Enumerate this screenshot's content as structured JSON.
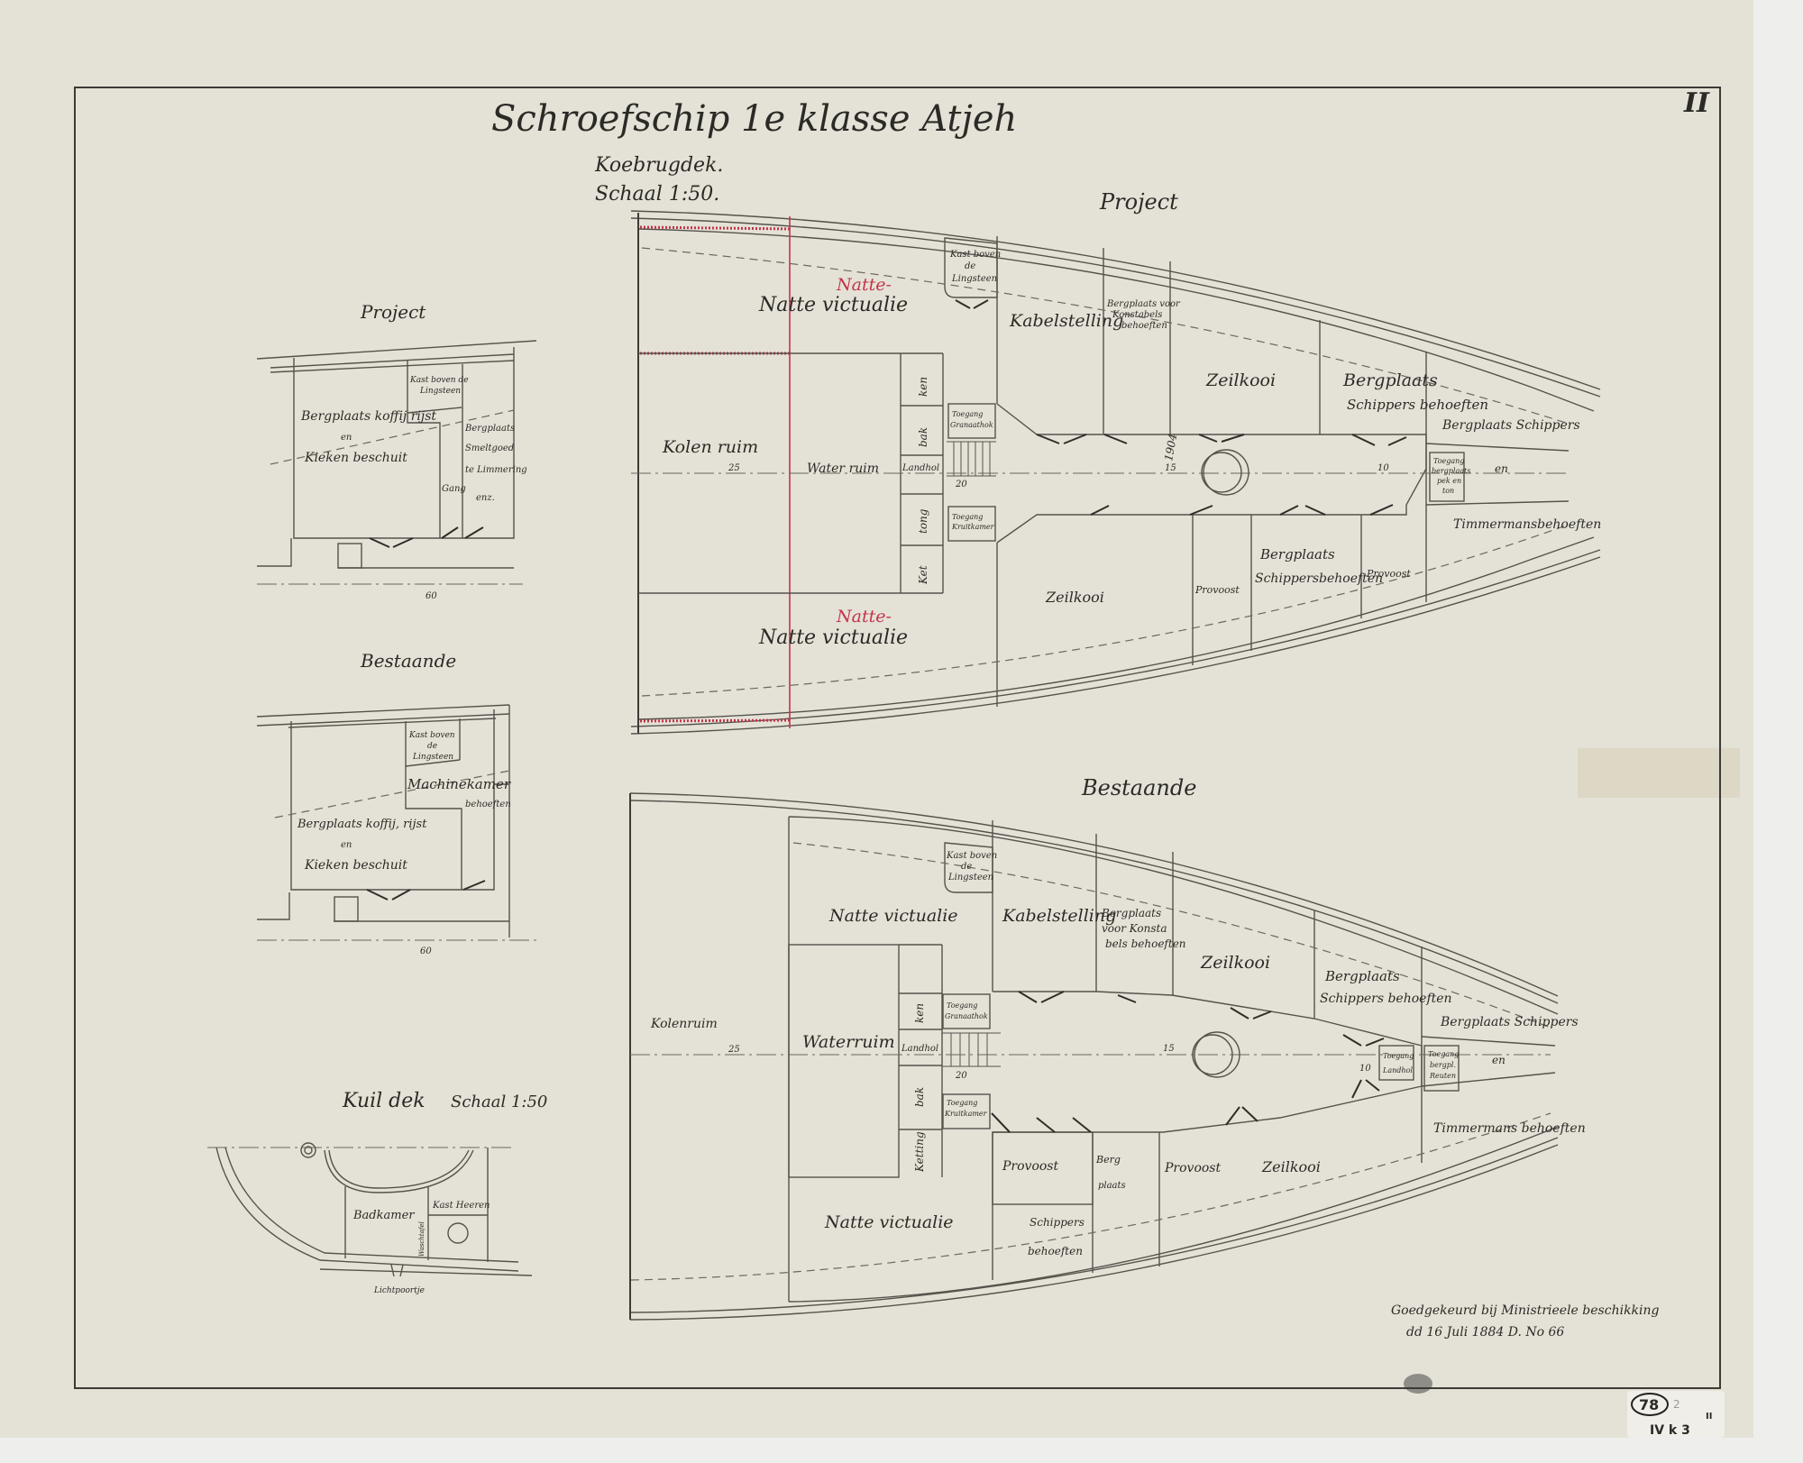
{
  "sheet": {
    "sheet_number": "II",
    "title": "Schroefschip 1e klasse Atjeh",
    "deck": "Koebrugdek.",
    "scale": "Schaal 1:50.",
    "approval_line1": "Goedgekeurd bij Ministrieele beschikking",
    "approval_line2": "dd 16 Juli 1884 D. No 66",
    "archive_number": "78",
    "archive_suffix": "2",
    "archive_code": "IV k 3",
    "archive_code_sup": "II"
  },
  "main_project": {
    "heading": "Project",
    "natte_red_top": "Natte-",
    "natte_victualie_top": "Natte victualie",
    "kast_1": "Kast boven",
    "kast_2": "de",
    "kast_3": "Lingsteen",
    "kabelstelling": "Kabelstelling",
    "konstabel_1": "Bergplaats voor",
    "konstabel_2": "Konstabels",
    "konstabel_3": "behoeften",
    "zeilkooi_top": "Zeilkooi",
    "schippers_1": "Bergplaats",
    "schippers_2": "Schippers behoeften",
    "bergplaats_schippers": "Bergplaats Schippers",
    "toegang_pekton_1": "Toegang",
    "toegang_pekton_2": "bergplaats",
    "toegang_pekton_3": "pek en",
    "toegang_pekton_4": "ton",
    "en": "en",
    "timmermans": "Timmermansbehoeften",
    "kolen_ruim": "Kolen ruim",
    "dim_25": "25",
    "waterruim": "Water ruim",
    "landhol": "Landhol",
    "dim_20": "20",
    "dim_15": "15",
    "dim_10": "10",
    "year_1904": "1904",
    "ken": "ken",
    "bak": "bak",
    "tong": "tong",
    "ket": "Ket",
    "toegang_granaat_1": "Toegang",
    "toegang_granaat_2": "Granaathok",
    "toegang_kruit_1": "Toegang",
    "toegang_kruit_2": "Kruitkamer",
    "zeilkooi_bottom": "Zeilkooi",
    "provoost_1": "Provoost",
    "schippers_b1": "Bergplaats",
    "schippers_b2": "Schippersbehoeften",
    "provoost_2": "Provoost",
    "natte_red_bottom": "Natte-",
    "natte_victualie_bottom": "Natte victualie"
  },
  "main_existing": {
    "heading": "Bestaande",
    "natte_victualie_top": "Natte victualie",
    "kast_1": "Kast boven",
    "kast_2": "de",
    "kast_3": "Lingsteen",
    "kabelstelling": "Kabelstelling",
    "konstabel_1": "Bergplaats",
    "konstabel_2": "voor Konsta",
    "konstabel_3": "bels behoeften",
    "zeilkooi_top": "Zeilkooi",
    "schippers_1": "Bergplaats",
    "schippers_2": "Schippers behoeften",
    "bergplaats_schippers": "Bergplaats Schippers",
    "toegang_small_1": "Toegang",
    "toegang_small_2": "Landhol",
    "toegang_reuten_1": "Toegang",
    "toegang_reuten_2": "bergpl.",
    "toegang_reuten_3": "Reuten",
    "en": "en",
    "timmermans": "Timmermans behoeften",
    "kolenruim": "Kolenruim",
    "dim_25": "25",
    "waterruim": "Waterruim",
    "landhol": "Landhol",
    "dim_20": "20",
    "dim_15": "15",
    "dim_10": "10",
    "ken": "ken",
    "bak": "bak",
    "ketting": "Ketting",
    "toegang_granaat_1": "Toegang",
    "toegang_granaat_2": "Granaathok",
    "toegang_kruit_1": "Toegang",
    "toegang_kruit_2": "Kruitkamer",
    "provoost_1": "Provoost",
    "berg_1": "Berg",
    "berg_2": "plaats",
    "provoost_2": "Provoost",
    "zeilkooi_bottom": "Zeilkooi",
    "schippers_b1": "Schippers",
    "schippers_b2": "behoeften",
    "natte_victualie_bottom": "Natte victualie"
  },
  "detail_project": {
    "heading": "Project",
    "store_1": "Bergplaats koffij rijst",
    "store_2": "en",
    "store_3": "Kieken beschuit",
    "kast_1": "Kast boven de",
    "kast_2": "Lingsteen",
    "other_1": "Bergplaats",
    "other_2": "Smeltgoed",
    "other_3": "te Limmering",
    "other_4": "enz.",
    "gang": "Gang",
    "dim_60": "60"
  },
  "detail_existing": {
    "heading": "Bestaande",
    "store_1": "Bergplaats koffij, rijst",
    "store_2": "en",
    "store_3": "Kieken beschuit",
    "kast_1": "Kast boven",
    "kast_2": "de",
    "kast_3": "Lingsteen",
    "machine_1": "Machinekamer",
    "machine_2": "behoeften",
    "dim_60": "60"
  },
  "kuildek": {
    "heading": "Kuil dek",
    "scale": "Schaal 1:50",
    "badkamer": "Badkamer",
    "kast": "Kast Heeren",
    "waschtafel": "Waschtafel",
    "lichtpoortje": "Lichtpoortje"
  }
}
